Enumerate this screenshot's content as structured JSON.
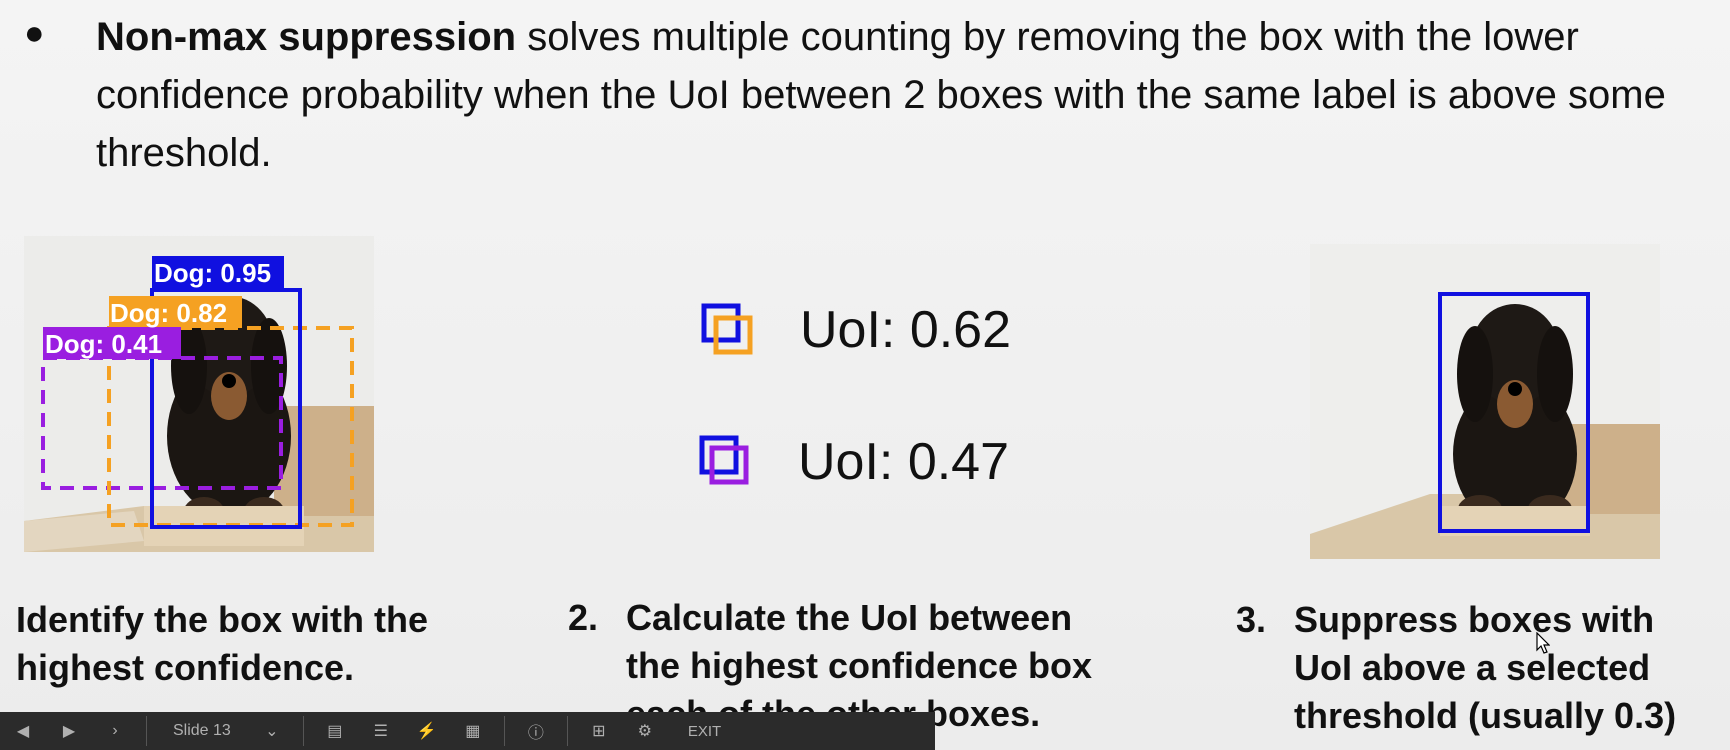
{
  "bullet": {
    "bold": "Non-max suppression",
    "text": " solves multiple counting by removing the box with the lower confidence probability when the UoI between 2 boxes with the same label is above some threshold."
  },
  "left_image": {
    "labels": [
      {
        "text": "Dog: 0.95",
        "color": "#1010e0"
      },
      {
        "text": "Dog: 0.82",
        "color": "#f5a122"
      },
      {
        "text": "Dog: 0.41",
        "color": "#9a1ee0"
      }
    ]
  },
  "uoi": [
    {
      "value": "UoI: 0.62",
      "colors": [
        "#1010e0",
        "#f5a122"
      ]
    },
    {
      "value": "UoI: 0.47",
      "colors": [
        "#1010e0",
        "#9a1ee0"
      ]
    }
  ],
  "steps": [
    {
      "number": "",
      "text_line1": "Identify the box with the",
      "text_line2": "highest confidence."
    },
    {
      "number": "2.",
      "text_line1": "Calculate the UoI between",
      "text_line2": "the highest confidence box",
      "text_line3": "each of the other boxes."
    },
    {
      "number": "3.",
      "text_line1": "Suppress boxes with",
      "text_line2": "UoI above a selected",
      "text_line3": "threshold (usually 0.3)"
    }
  ],
  "toolbar": {
    "slide_label": "Slide 13",
    "exit_label": "EXIT"
  }
}
